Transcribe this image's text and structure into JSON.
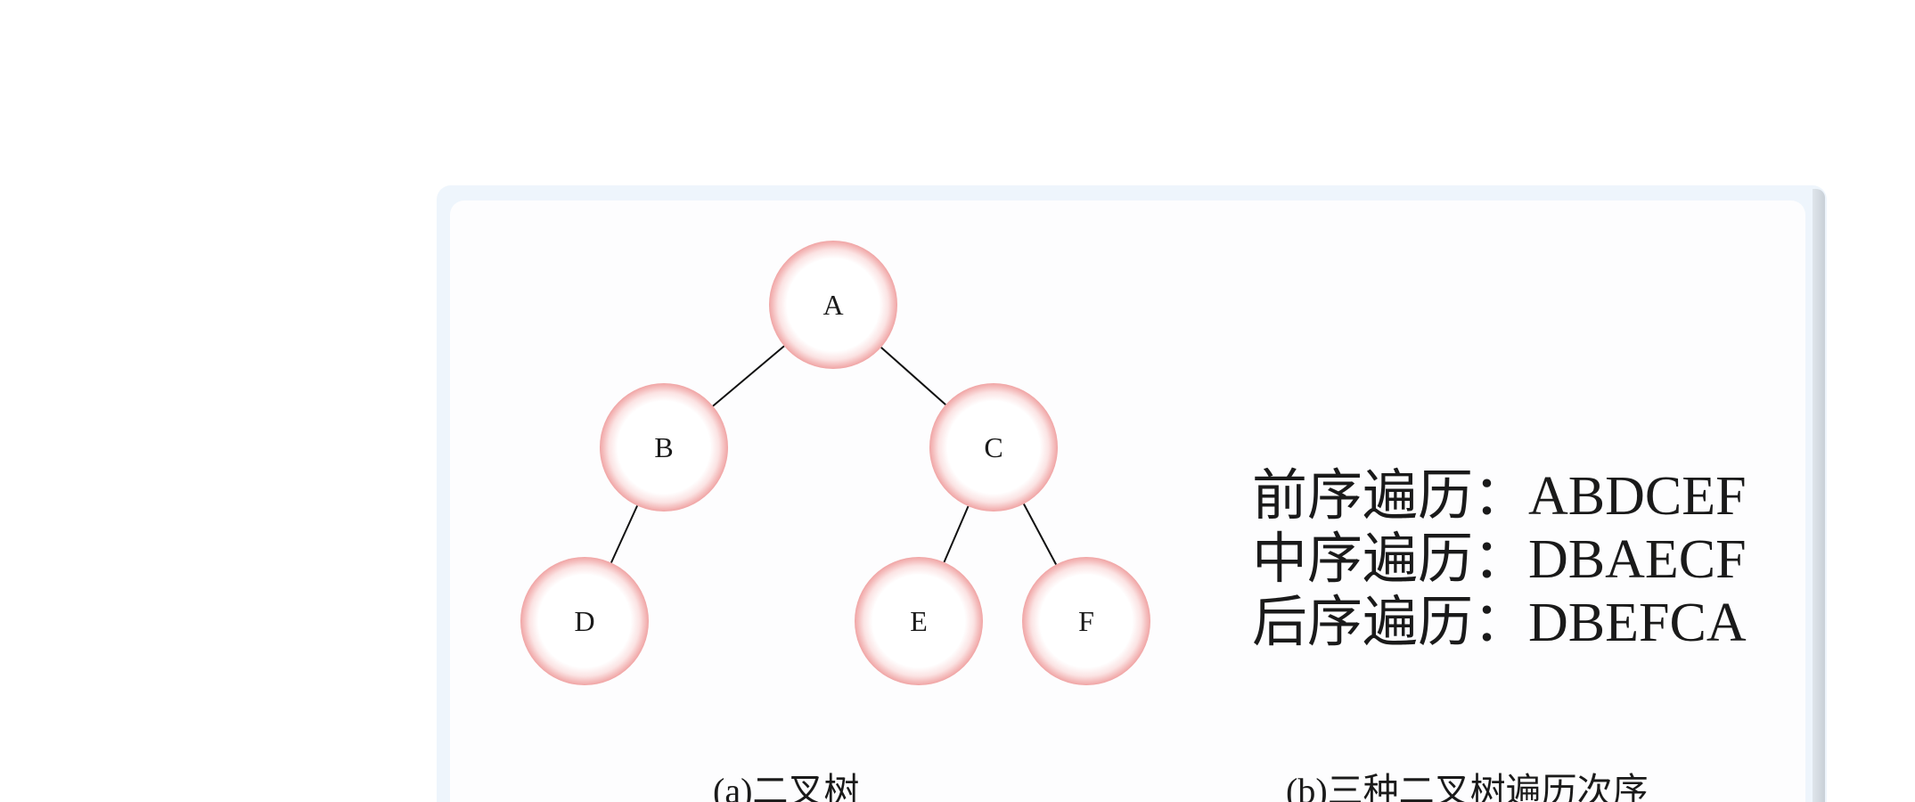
{
  "tree": {
    "nodes": [
      {
        "id": "A",
        "label": "A"
      },
      {
        "id": "B",
        "label": "B"
      },
      {
        "id": "C",
        "label": "C"
      },
      {
        "id": "D",
        "label": "D"
      },
      {
        "id": "E",
        "label": "E"
      },
      {
        "id": "F",
        "label": "F"
      }
    ],
    "edges": [
      {
        "from": "A",
        "to": "B"
      },
      {
        "from": "A",
        "to": "C"
      },
      {
        "from": "B",
        "to": "D"
      },
      {
        "from": "C",
        "to": "E"
      },
      {
        "from": "C",
        "to": "F"
      }
    ],
    "colors": {
      "node_fill": "#ffffff",
      "node_glow": "#f2a9a9",
      "edge": "#111111"
    }
  },
  "traversals": {
    "preorder": "前序遍历：ABDCEF",
    "inorder": "中序遍历：DBAECF",
    "postorder": "后序遍历：DBEFCA"
  },
  "captions": {
    "a": "(a)二叉树",
    "b": "(b)三种二叉树遍历次序"
  }
}
